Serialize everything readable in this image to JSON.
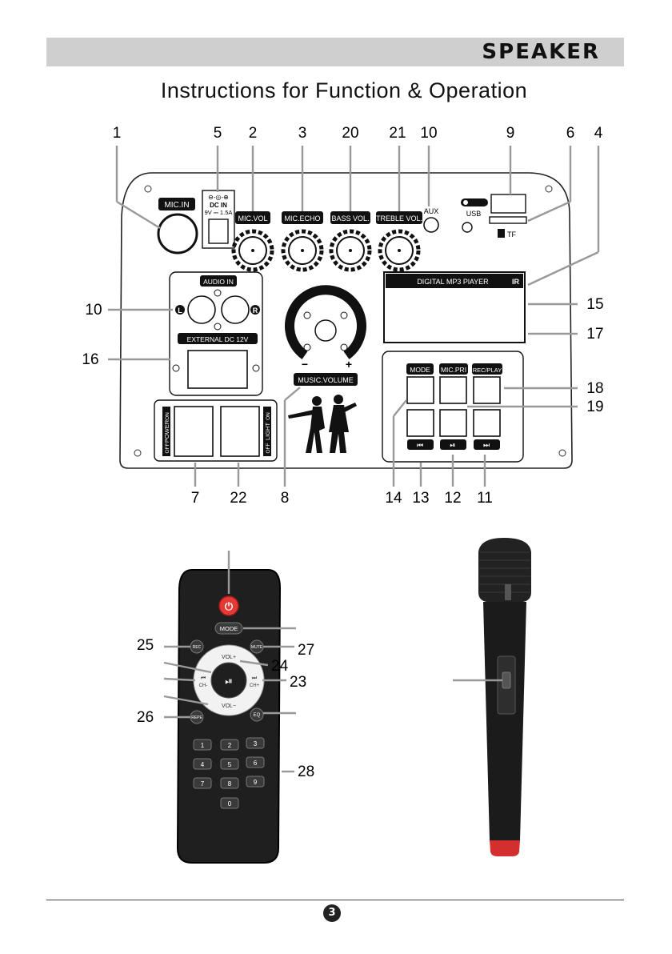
{
  "header": {
    "title": "SPEAKER"
  },
  "doc_title": "Instructions for Function & Operation",
  "panel": {
    "mic_in": "MIC.IN",
    "dc_in_1": "DC IN",
    "dc_in_2": "9V ⎓ 1.5A",
    "mic_vol": "MIC.VOL",
    "mic_echo": "MIC.ECHO",
    "bass_vol": "BASS VOL.",
    "treble_vol": "TREBLE VOL.",
    "aux": "AUX",
    "usb": "USB",
    "tf": "TF",
    "mp3_display": "DIGITAL MP3 PlAYER",
    "ir": "IR",
    "audio_in": "AUDIO IN",
    "l": "L",
    "r": "R",
    "external_dc": "EXTERNAL DC 12V",
    "music_volume": "MUSIC.VOLUME",
    "minus": "−",
    "plus": "+",
    "mode": "MODE",
    "mic_pri": "MIC.PRI",
    "rec_play": "REC/PLAY",
    "power": "POWER",
    "light": "LIGHT",
    "on": "ON",
    "off": "OFF",
    "prev": "⏮",
    "playpause": "⏯",
    "next": "⏭"
  },
  "callouts": {
    "n1": "1",
    "n5": "5",
    "n2": "2",
    "n3": "3",
    "n20": "20",
    "n21": "21",
    "n10top": "10",
    "n9": "9",
    "n6": "6",
    "n4": "4",
    "n10left": "10",
    "n16": "16",
    "n15": "15",
    "n17": "17",
    "n18": "18",
    "n19": "19",
    "n7": "7",
    "n22": "22",
    "n8": "8",
    "n14": "14",
    "n13": "13",
    "n12": "12",
    "n11": "11",
    "n25": "25",
    "n27": "27",
    "n24": "24",
    "n23": "23",
    "n26": "26",
    "n28": "28"
  },
  "remote": {
    "mode": "MODE",
    "rec": "REC",
    "mute": "MUTE",
    "vol_plus": "VOL+",
    "vol_minus": "VOL−",
    "ch_minus": "CH-",
    "ch_plus": "CH+",
    "repeat": "REPE",
    "eq": "EQ",
    "keys": [
      "1",
      "2",
      "3",
      "4",
      "5",
      "6",
      "7",
      "8",
      "9",
      "0"
    ]
  },
  "footer": {
    "page": "3"
  },
  "colors": {
    "header_bg": "#cfcfcf",
    "power_red": "#e53935",
    "mic_red": "#d32f2f"
  }
}
